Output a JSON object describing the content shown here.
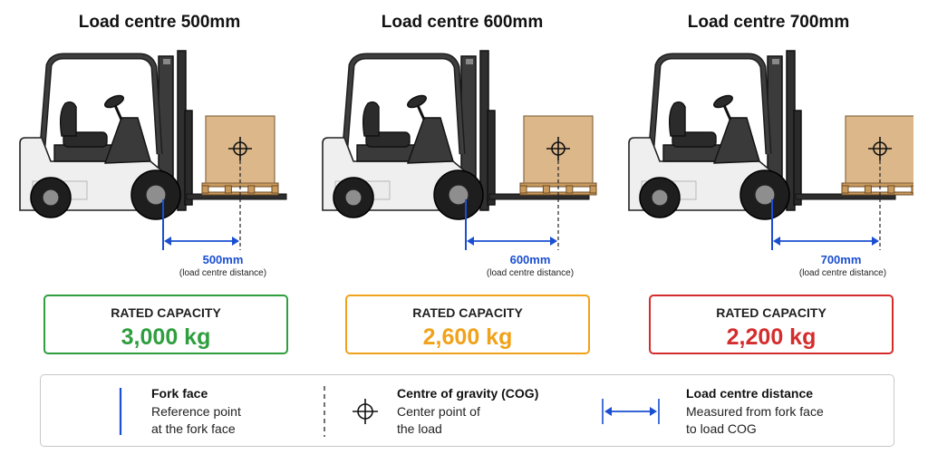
{
  "panels": [
    {
      "title": "Load centre 500mm",
      "distance_label": "500mm",
      "distance_caption": "(load centre distance)",
      "load_centre_mm": 500,
      "capacity_label": "RATED CAPACITY",
      "capacity_value": "3,000 kg",
      "accent_color": "#2e9e3e"
    },
    {
      "title": "Load centre 600mm",
      "distance_label": "600mm",
      "distance_caption": "(load centre distance)",
      "load_centre_mm": 600,
      "capacity_label": "RATED CAPACITY",
      "capacity_value": "2,600 kg",
      "accent_color": "#f0a21a"
    },
    {
      "title": "Load centre 700mm",
      "distance_label": "700mm",
      "distance_caption": "(load centre distance)",
      "load_centre_mm": 700,
      "capacity_label": "RATED CAPACITY",
      "capacity_value": "2,200 kg",
      "accent_color": "#d42c2c"
    }
  ],
  "legend": {
    "fork_face": {
      "title": "Fork face",
      "line1": "Reference point",
      "line2": "at the fork face",
      "icon": "vertical-line-icon"
    },
    "cog": {
      "title": "Centre of gravity (COG)",
      "line1": "Center point of",
      "line2": "the load",
      "icon": "crosshair-icon"
    },
    "distance": {
      "title": "Load centre distance",
      "line1": "Measured from fork face",
      "line2": "to load COG",
      "icon": "double-arrow-icon"
    }
  },
  "colors": {
    "dimension_blue": "#1a4fd1",
    "crate": "#dcb78a",
    "pallet": "#c89a5e",
    "body_white": "#efefef",
    "body_dark": "#3a3a3a"
  }
}
